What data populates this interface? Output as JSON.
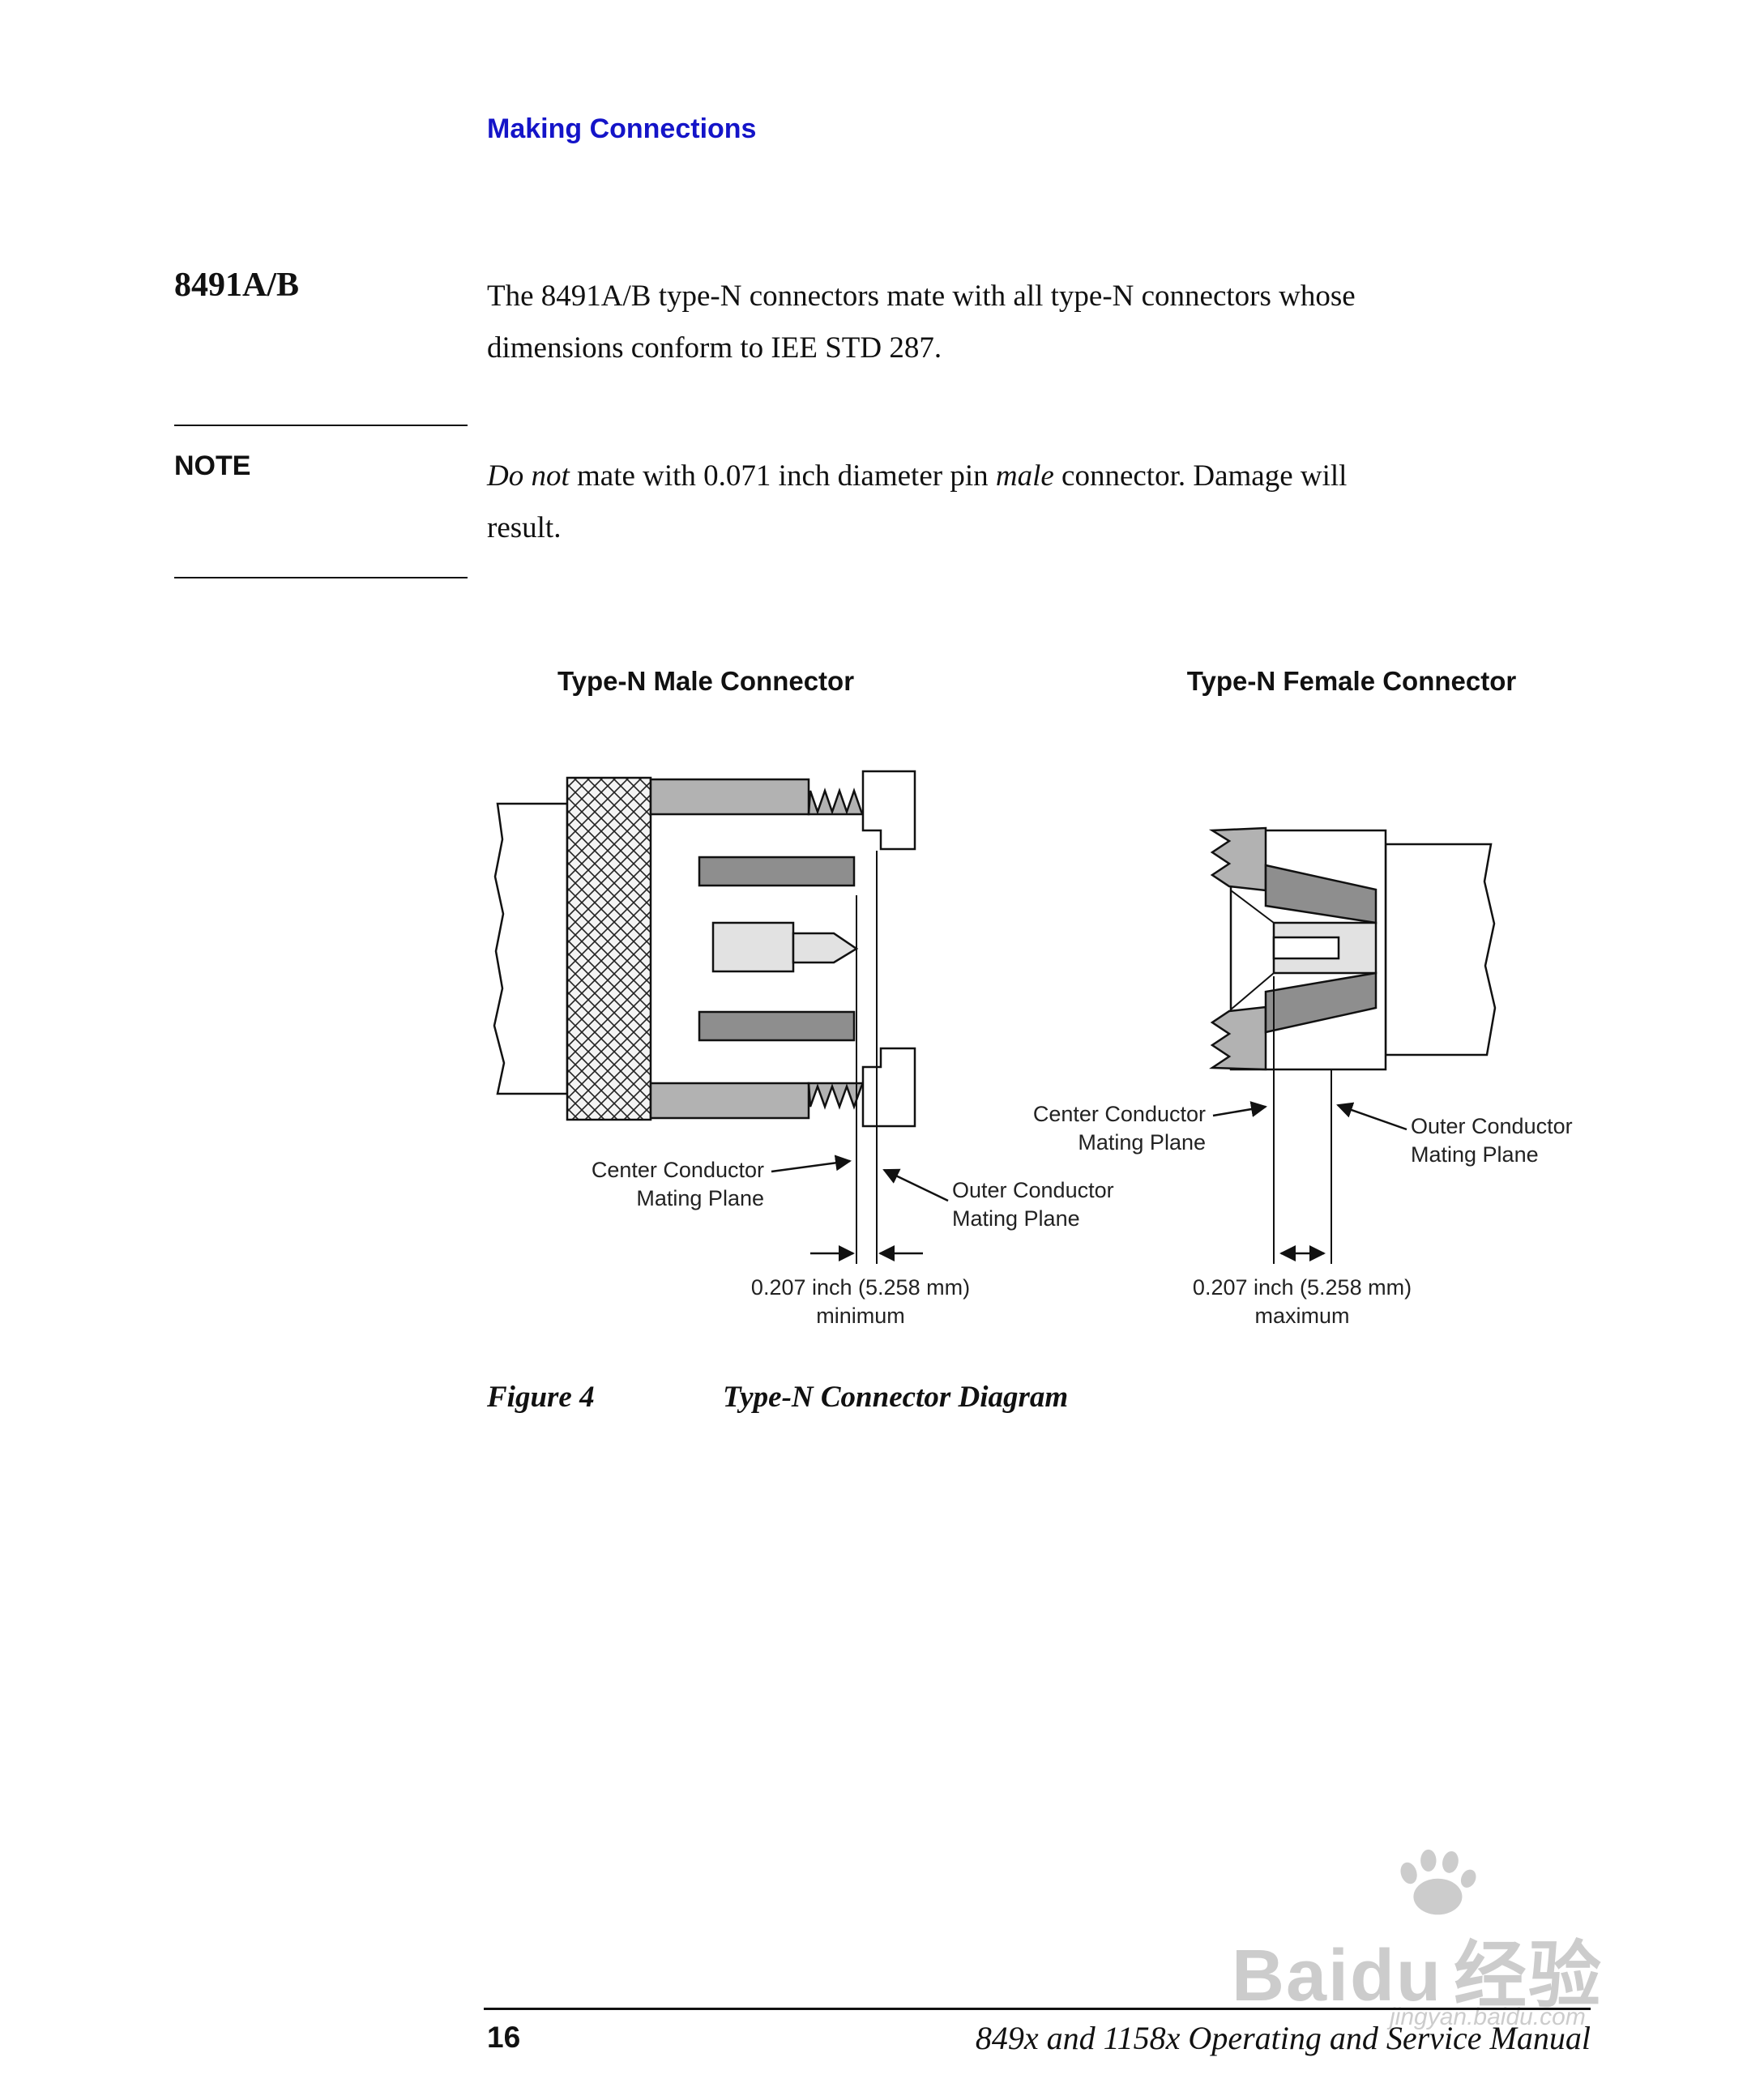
{
  "colors": {
    "accent_blue": "#1414c8",
    "diagram_gray": "#b2b2b2",
    "diagram_dark_gray": "#8e8e8e",
    "diagram_light_gray": "#e2e2e2",
    "watermark_gray": "#9a9a9a"
  },
  "header": {
    "title": "Making Connections"
  },
  "section": {
    "label": "8491A/B",
    "body_line1": "The 8491A/B type-N connectors mate with all type-N connectors whose",
    "body_line2": "dimensions conform to IEE STD 287."
  },
  "note": {
    "label": "NOTE",
    "italic1": "Do not",
    "text1": " mate with 0.071 inch diameter pin ",
    "italic2": "male",
    "text2": " connector. Damage will",
    "line2": "result."
  },
  "figure": {
    "male_title": "Type-N Male Connector",
    "female_title": "Type-N Female Connector",
    "labels": {
      "center1": "Center Conductor",
      "center2": "Mating Plane",
      "outer1": "Outer Conductor",
      "outer2": "Mating Plane"
    },
    "male_dim_value": "0.207 inch (5.258 mm)",
    "male_dim_qualifier": "minimum",
    "female_dim_value": "0.207 inch (5.258 mm)",
    "female_dim_qualifier": "maximum",
    "caption_label": "Figure 4",
    "caption_title": "Type-N Connector Diagram"
  },
  "footer": {
    "page_number": "16",
    "manual_title": "849x and 1158x Operating and Service Manual"
  },
  "watermark": {
    "brand": "Baidu",
    "brand_cn": "经验",
    "url": "jingyan.baidu.com"
  }
}
